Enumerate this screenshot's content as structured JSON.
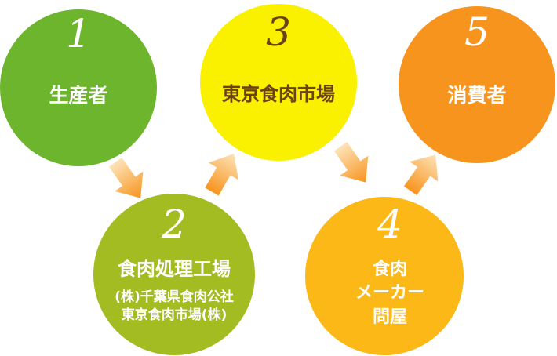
{
  "colors": {
    "step1": "#6cb52d",
    "step2": "#a2bc22",
    "step3": "#f9f100",
    "step4": "#fbb816",
    "step5": "#f7941d",
    "arrow": "#f7941d",
    "step3_text": "#6a4218"
  },
  "steps": [
    {
      "number": "1",
      "label": "生産者"
    },
    {
      "number": "2",
      "label": "食肉処理工場",
      "sub1": "(株)千葉県食肉公社",
      "sub2": "東京食肉市場(株)"
    },
    {
      "number": "3",
      "label": "東京食肉市場"
    },
    {
      "number": "4",
      "label1": "食肉",
      "label2": "メーカー",
      "label3": "問屋"
    },
    {
      "number": "5",
      "label": "消費者"
    }
  ]
}
